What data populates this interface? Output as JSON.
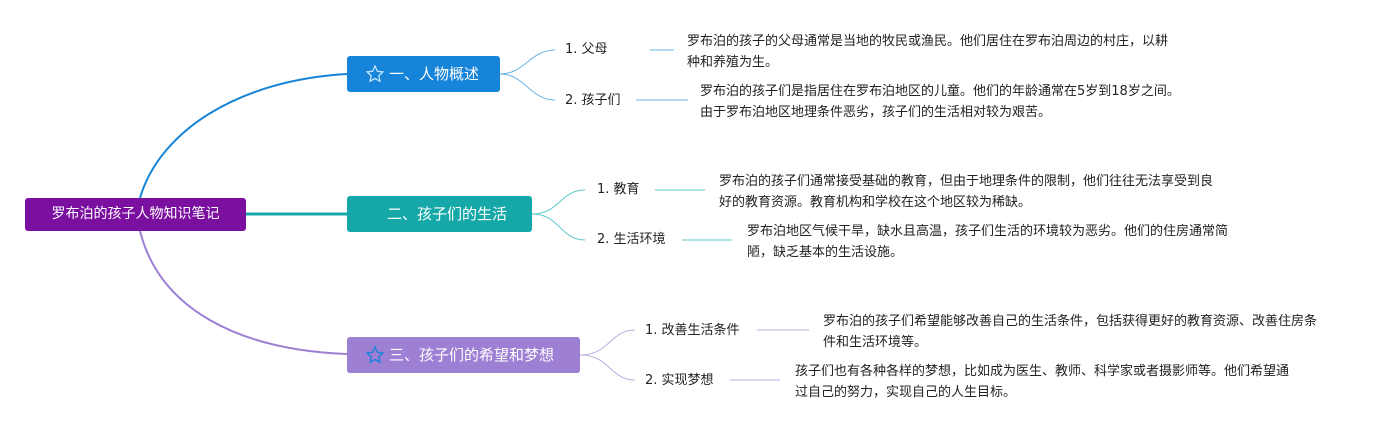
{
  "root": {
    "label": "罗布泊的孩子人物知识笔记",
    "color": "#7b0fa0"
  },
  "sections": [
    {
      "title": "一、人物概述",
      "color": "#1684d8",
      "icon": "star-icon",
      "items": [
        {
          "label": "1. 父母",
          "text": "罗布泊的孩子的父母通常是当地的牧民或渔民。他们居住在罗布泊周边的村庄，以耕种和养殖为生。"
        },
        {
          "label": "2. 孩子们",
          "text": "罗布泊的孩子们是指居住在罗布泊地区的儿童。他们的年龄通常在5岁到18岁之间。由于罗布泊地区地理条件恶劣，孩子们的生活相对较为艰苦。"
        }
      ]
    },
    {
      "title": "二、孩子们的生活",
      "color": "#16a8a8",
      "icon": "star-icon",
      "items": [
        {
          "label": "1. 教育",
          "text": "罗布泊的孩子们通常接受基础的教育，但由于地理条件的限制，他们往往无法享受到良好的教育资源。教育机构和学校在这个地区较为稀缺。"
        },
        {
          "label": "2. 生活环境",
          "text": "罗布泊地区气候干旱，缺水且高温，孩子们生活的环境较为恶劣。他们的住房通常简陋，缺乏基本的生活设施。"
        }
      ]
    },
    {
      "title": "三、孩子们的希望和梦想",
      "color": "#9d7fd4",
      "icon": "star-icon",
      "items": [
        {
          "label": "1. 改善生活条件",
          "text": "罗布泊的孩子们希望能够改善自己的生活条件，包括获得更好的教育资源、改善住房条件和生活环境等。"
        },
        {
          "label": "2. 实现梦想",
          "text": "孩子们也有各种各样的梦想，比如成为医生、教师、科学家或者摄影师等。他们希望通过自己的努力，实现自己的人生目标。"
        }
      ]
    }
  ]
}
